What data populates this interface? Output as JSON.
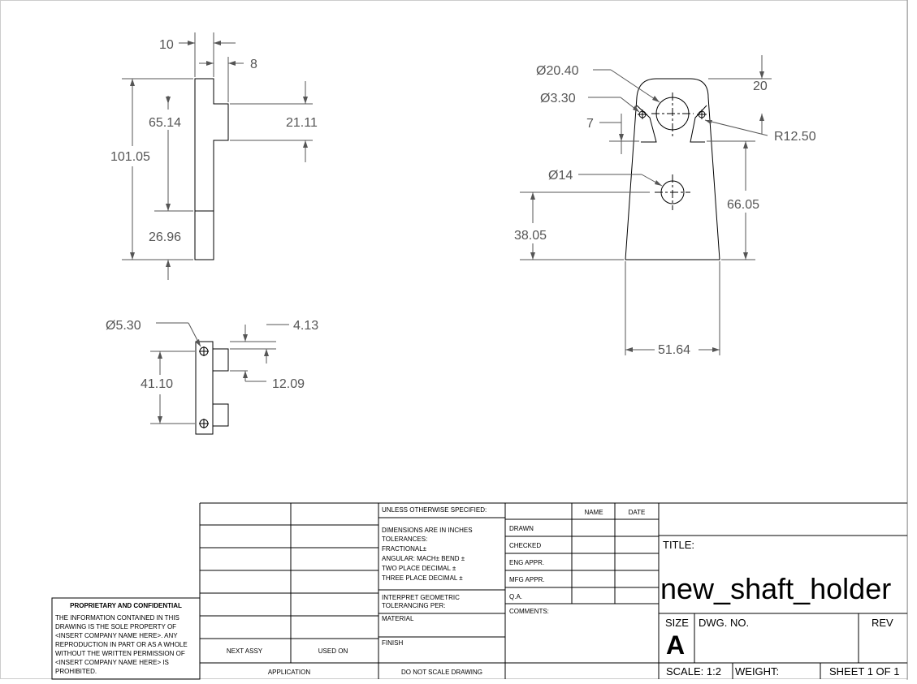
{
  "drawing": {
    "side_view": {
      "dim_10": "10",
      "dim_8": "8",
      "dim_65_14": "65.14",
      "dim_21_11": "21.11",
      "dim_101_05": "101.05",
      "dim_26_96": "26.96"
    },
    "front_view": {
      "dia_20_40": "Ø20.40",
      "dia_3_30": "Ø3.30",
      "dim_7": "7",
      "dia_14": "Ø14",
      "dim_20": "20",
      "radius_12_50": "R12.50",
      "dim_66_05": "66.05",
      "dim_38_05": "38.05",
      "dim_51_64": "51.64"
    },
    "bottom_view": {
      "dia_5_30": "Ø5.30",
      "dim_4_13": "4.13",
      "dim_41_10": "41.10",
      "dim_12_09": "12.09"
    }
  },
  "title_block": {
    "proprietary_title": "PROPRIETARY AND CONFIDENTIAL",
    "proprietary_lines": [
      "THE INFORMATION CONTAINED IN THIS",
      "DRAWING IS THE SOLE PROPERTY OF",
      "<INSERT COMPANY NAME HERE>.  ANY",
      "REPRODUCTION IN PART OR AS A WHOLE",
      "WITHOUT THE WRITTEN PERMISSION OF",
      "<INSERT COMPANY NAME HERE> IS",
      "PROHIBITED."
    ],
    "next_assy": "NEXT ASSY",
    "used_on": "USED ON",
    "application": "APPLICATION",
    "unless_specified": "UNLESS OTHERWISE SPECIFIED:",
    "tolerance_lines": [
      "DIMENSIONS ARE IN INCHES",
      "TOLERANCES:",
      "FRACTIONAL±",
      "ANGULAR: MACH±    BEND ±",
      "TWO PLACE DECIMAL    ±",
      "THREE PLACE DECIMAL  ±"
    ],
    "interpret_lines": [
      "INTERPRET GEOMETRIC",
      "TOLERANCING PER:"
    ],
    "material": "MATERIAL",
    "finish": "FINISH",
    "do_not_scale": "DO NOT SCALE DRAWING",
    "name_header": "NAME",
    "date_header": "DATE",
    "drawn": "DRAWN",
    "checked": "CHECKED",
    "eng_appr": "ENG APPR.",
    "mfg_appr": "MFG APPR.",
    "qa": "Q.A.",
    "comments": "COMMENTS:",
    "title_label": "TITLE:",
    "part_name": "new_shaft_holder",
    "size_label": "SIZE",
    "size_value": "A",
    "dwg_no": "DWG.  NO.",
    "rev": "REV",
    "scale": "SCALE: 1:2",
    "weight": "WEIGHT:",
    "sheet": "SHEET 1 OF 1"
  }
}
